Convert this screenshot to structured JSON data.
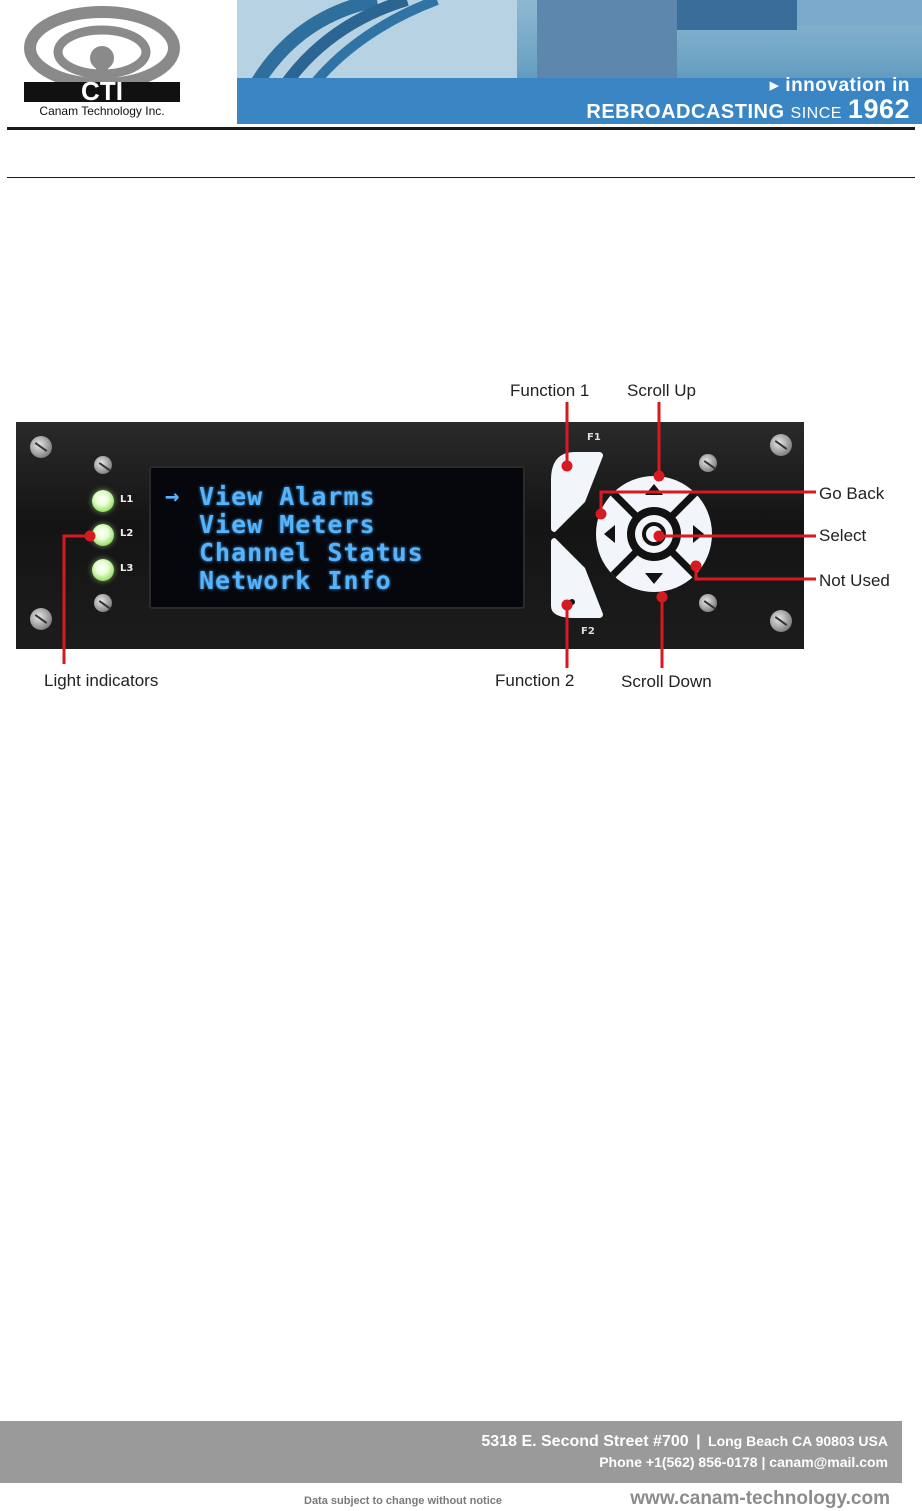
{
  "header": {
    "logo_text": "CTI",
    "tagline": "Canam Technology Inc.",
    "banner_line1": "▸ innovation in",
    "banner_word": "REBROADCASTING",
    "banner_since": "SINCE",
    "banner_year": "1962"
  },
  "panel": {
    "lcd_arrow": "→",
    "lcd_lines": [
      "View Alarms",
      "View Meters",
      "Channel Status",
      "Network Info"
    ],
    "led_labels": [
      "L1",
      "L2",
      "L3"
    ],
    "key_labels": {
      "f1": "F1",
      "f2": "F2"
    }
  },
  "callouts": {
    "function_1": "Function 1",
    "scroll_up": "Scroll Up",
    "go_back": "Go Back",
    "select": "Select",
    "not_used": "Not Used",
    "light_indicators": "Light indicators",
    "function_2": "Function 2",
    "scroll_down": "Scroll Down"
  },
  "footer": {
    "address_street": "5318 E. Second Street #700",
    "address_city": "Long Beach CA 90803 USA",
    "phone": "Phone +1(562) 856-0178",
    "email": "canam@mail.com",
    "disclaimer": "Data subject to change without notice",
    "website": "www.canam-technology.com"
  },
  "colors": {
    "lcd_text": "#56b4ff",
    "callout_line": "#d71920",
    "footer_bar": "#9a9a9a",
    "banner_blue": "#3f84b8"
  }
}
